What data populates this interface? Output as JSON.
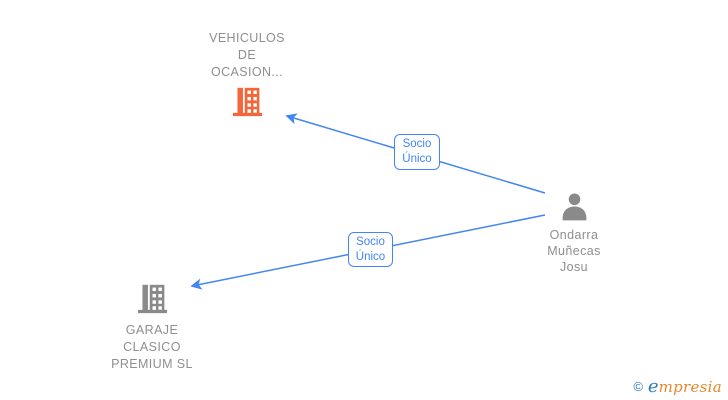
{
  "nodes": {
    "company_top": {
      "line1": "VEHICULOS",
      "line2": "DE",
      "line3": "OCASION...",
      "icon": "building-icon",
      "icon_color": "#f4663a"
    },
    "person": {
      "line1": "Ondarra",
      "line2": "Muñecas",
      "line3": "Josu",
      "icon": "person-icon",
      "icon_color": "#8a8a8a"
    },
    "company_bottom": {
      "line1": "GARAJE",
      "line2": "CLASICO",
      "line3": "PREMIUM SL",
      "icon": "building-icon",
      "icon_color": "#8a8a8a"
    }
  },
  "edges": {
    "edge1": {
      "line1": "Socio",
      "line2": "Único",
      "from": "person",
      "to": "company_top"
    },
    "edge2": {
      "line1": "Socio",
      "line2": "Único",
      "from": "person",
      "to": "company_bottom"
    }
  },
  "footer": {
    "copyright_symbol": "©",
    "brand_e": "e",
    "brand_rest": "mpresia"
  },
  "colors": {
    "edge_blue": "#4285f4",
    "building_orange": "#f4663a",
    "neutral_gray": "#8a8a8a",
    "text_gray": "#8f8f8f",
    "brand_blue": "#2e7bb5",
    "brand_orange": "#e8872c"
  }
}
